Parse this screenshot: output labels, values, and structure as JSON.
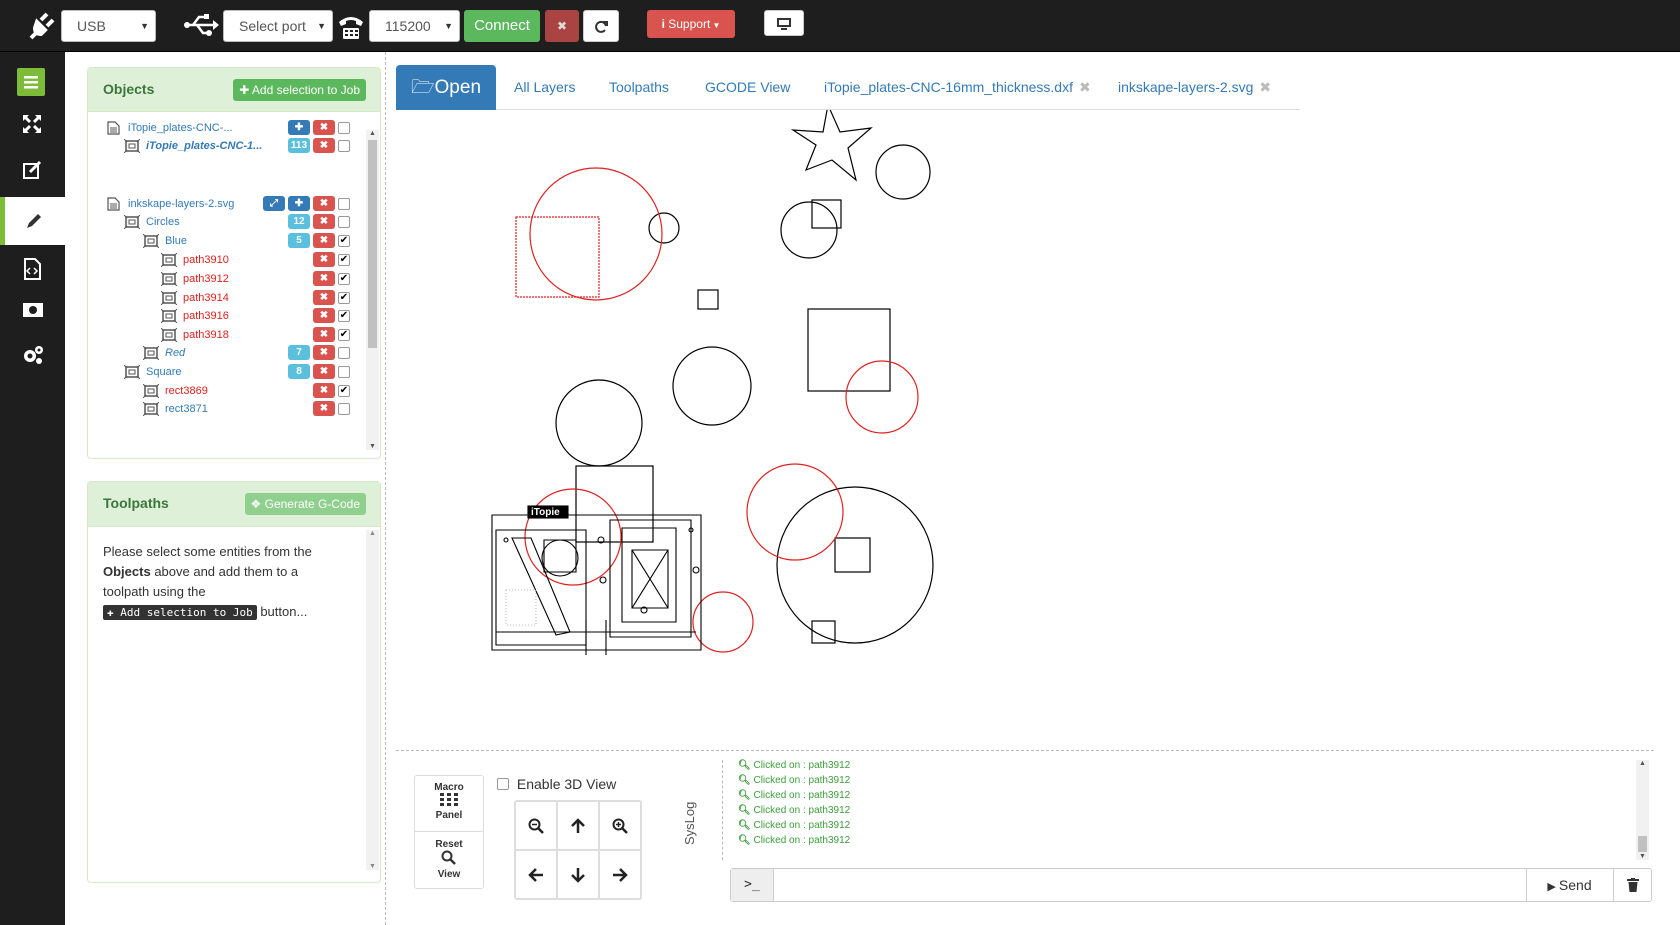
{
  "topbar": {
    "connection_type": "USB",
    "port_placeholder": "Select port",
    "baud": "115200",
    "connect_label": "Connect",
    "cancel_label": "✖",
    "support_label": "Support"
  },
  "objects_panel": {
    "title": "Objects",
    "add_button": "Add selection to Job",
    "items": [
      {
        "label": "iTopie_plates-CNC-...",
        "level": 0
      },
      {
        "label": "iTopie_plates-CNC-1...",
        "level": 1,
        "badge": "113"
      },
      {
        "label": "inkskape-layers-2.svg",
        "level": 0
      },
      {
        "label": "Circles",
        "level": 1,
        "badge": "12"
      },
      {
        "label": "Blue",
        "level": 2,
        "badge": "5",
        "checked": true
      },
      {
        "label": "path3910",
        "level": 3,
        "checked": true
      },
      {
        "label": "path3912",
        "level": 3,
        "checked": true
      },
      {
        "label": "path3914",
        "level": 3,
        "checked": true
      },
      {
        "label": "path3916",
        "level": 3,
        "checked": true
      },
      {
        "label": "path3918",
        "level": 3,
        "checked": true
      },
      {
        "label": "Red",
        "level": 2,
        "badge": "7"
      },
      {
        "label": "Square",
        "level": 1,
        "badge": "8"
      },
      {
        "label": "rect3869",
        "level": 2,
        "checked": true
      },
      {
        "label": "rect3871",
        "level": 2
      }
    ]
  },
  "toolpaths_panel": {
    "title": "Toolpaths",
    "generate_button": "Generate G-Code",
    "msg_a": "Please select some entities from the",
    "msg_b_bold": "Objects",
    "msg_b": "above and add them to a",
    "msg_c": "toolpath using the",
    "msg_code": "Add selection to Job",
    "msg_d": "button..."
  },
  "tabs": {
    "open": "Open",
    "all_layers": "All Layers",
    "toolpaths": "Toolpaths",
    "gcode": "GCODE View",
    "file1": "iTopie_plates-CNC-16mm_thickness.dxf",
    "file2": "inkskape-layers-2.svg"
  },
  "bottom": {
    "macro_top": "Macro",
    "macro_bottom": "Panel",
    "reset_top": "Reset",
    "reset_bottom": "View",
    "enable3d": "Enable 3D View",
    "syslog": "SysLog",
    "log_lines": [
      "Clicked on : path3912",
      "Clicked on : path3912",
      "Clicked on : path3912",
      "Clicked on : path3912",
      "Clicked on : path3912",
      "Clicked on : path3912"
    ],
    "prompt": ">_",
    "send": "Send"
  },
  "colors": {
    "accent": "#337ab7",
    "green": "#5cb85c",
    "danger": "#d9534f"
  }
}
